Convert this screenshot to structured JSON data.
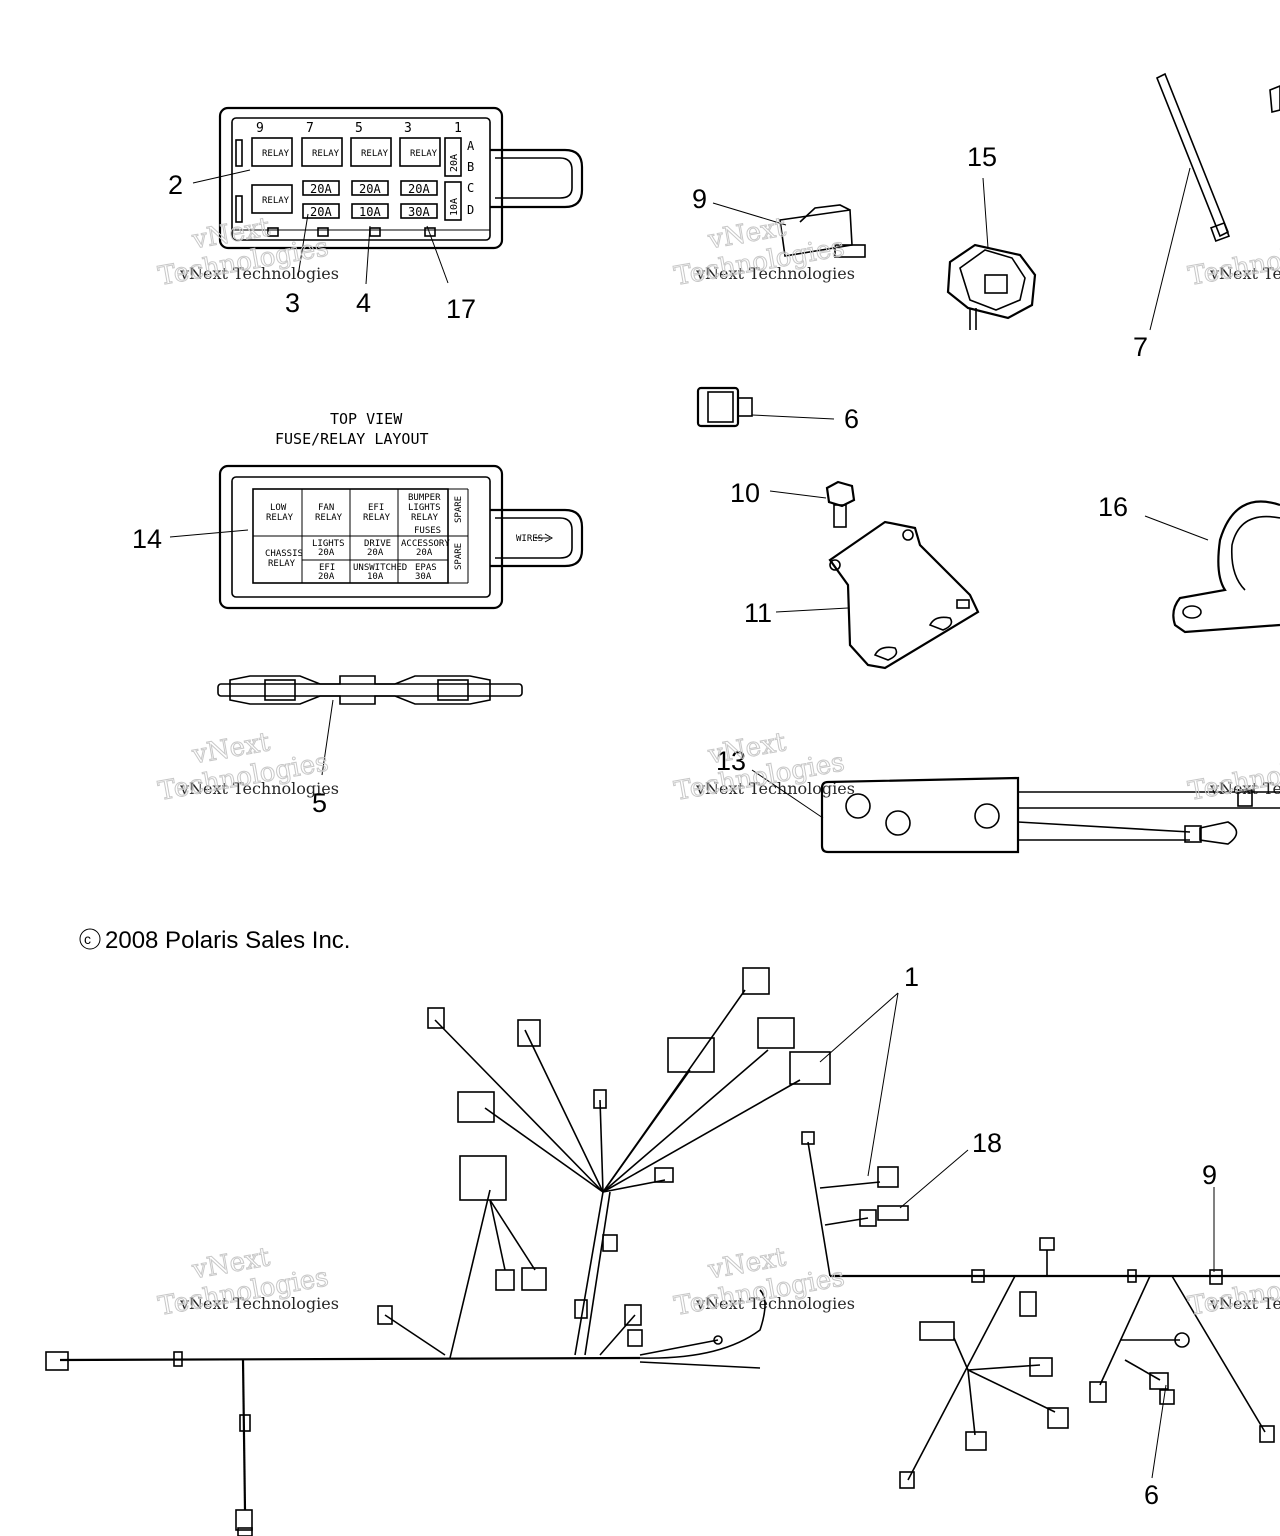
{
  "callouts": {
    "c1": "1",
    "c2": "2",
    "c3": "3",
    "c4": "4",
    "c5": "5",
    "c6a": "6",
    "c6b": "6",
    "c7": "7",
    "c9a": "9",
    "c9b": "9",
    "c10": "10",
    "c11": "11",
    "c13": "13",
    "c14": "14",
    "c15": "15",
    "c16": "16",
    "c17": "17",
    "c18": "18"
  },
  "fuse_box_top": {
    "column_numbers": [
      "9",
      "7",
      "5",
      "3",
      "1"
    ],
    "row_letters": [
      "A",
      "B",
      "C",
      "D"
    ],
    "relay_label": "RELAY",
    "fuses": [
      "20A",
      "20A",
      "20A",
      "20A",
      "10A",
      "30A"
    ],
    "side_fuses": [
      "20A",
      "10A"
    ]
  },
  "layout": {
    "title_line1": "TOP VIEW",
    "title_line2": "FUSE/RELAY LAYOUT",
    "cells": [
      [
        "LOW",
        "RELAY"
      ],
      [
        "FAN",
        "RELAY"
      ],
      [
        "EFI",
        "RELAY"
      ],
      [
        "BUMPER",
        "LIGHTS",
        "RELAY"
      ],
      [
        "CHASSIS",
        "RELAY"
      ],
      [
        "LIGHTS",
        "20A"
      ],
      [
        "DRIVE",
        "20A"
      ],
      [
        "ACCESSORY",
        "20A"
      ],
      [
        "EFI",
        "20A"
      ],
      [
        "UNSWITCHED",
        "10A"
      ],
      [
        "EPAS",
        "30A"
      ]
    ],
    "spare": "SPARE",
    "fuses_tag": "FUSES",
    "wires_tag": "WIRES"
  },
  "copyright": "2008 Polaris Sales Inc.",
  "watermark": {
    "line1": "vNext Technologies",
    "line2": "vNext",
    "line3": "Technologies"
  }
}
